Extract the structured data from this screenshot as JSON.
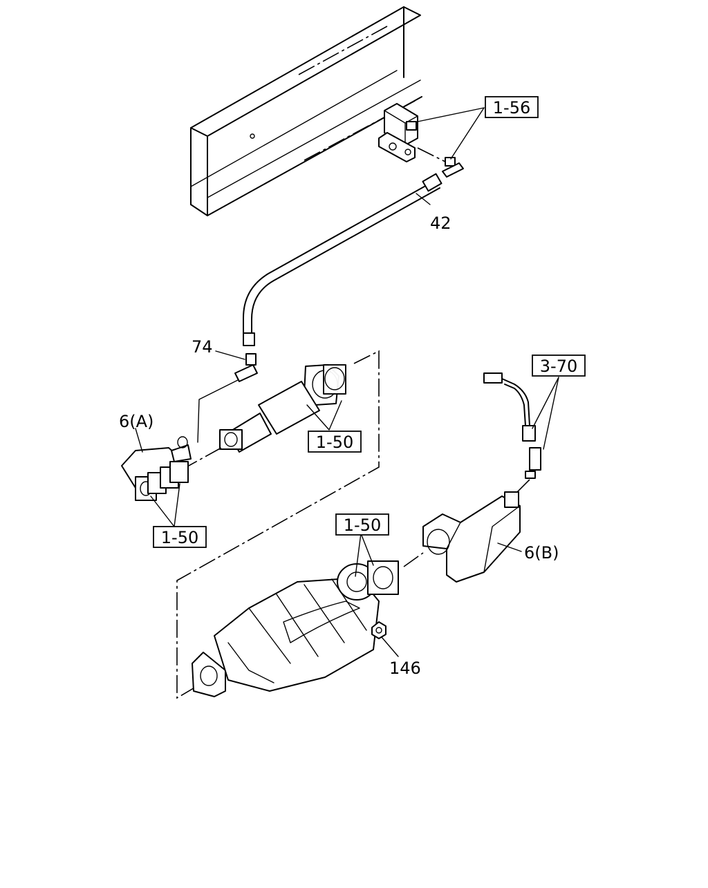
{
  "diagram": {
    "callouts": {
      "ref_1_56": "1-56",
      "part_42": "42",
      "part_74": "74",
      "part_6a": "6(A)",
      "ref_1_50_a": "1-50",
      "ref_1_50_b": "1-50",
      "ref_3_70": "3-70",
      "ref_1_50_c": "1-50",
      "part_6b": "6(B)",
      "part_146": "146"
    }
  }
}
